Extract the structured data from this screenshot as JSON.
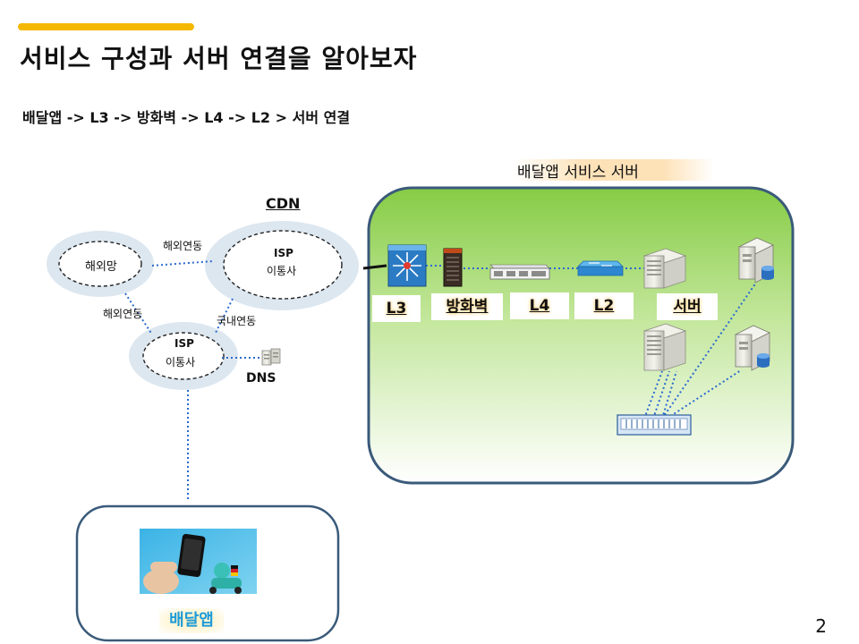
{
  "slide": {
    "title": "서비스 구성과 서버 연결을 알아보자",
    "flow_text": "배달앱 -> L3 -> 방화벽 -> L4 -> L2 > 서버 연결",
    "page_number": "2"
  },
  "network": {
    "overseas_net": "해외망",
    "isp_top_line1": "ISP",
    "isp_top_line2": "이통사",
    "isp_bottom_line1": "ISP",
    "isp_bottom_line2": "이통사",
    "link_overseas_top": "해외연동",
    "link_overseas_left": "해외연동",
    "link_domestic": "국내연동",
    "cdn": "CDN",
    "dns": "DNS"
  },
  "service": {
    "label": "배달앱 서비스 서버",
    "l3": "L3",
    "firewall": "방화벽",
    "l4": "L4",
    "l2": "L2",
    "server": "서버"
  },
  "app": {
    "label": "배달앱"
  },
  "colors": {
    "accent": "#f5b800",
    "panel_border": "#3a5a7a",
    "panel_top": "#8ccf4a",
    "panel_bottom": "#ffffff",
    "link_dot": "#2a6ad0",
    "app_label": "#1f9bd7"
  }
}
